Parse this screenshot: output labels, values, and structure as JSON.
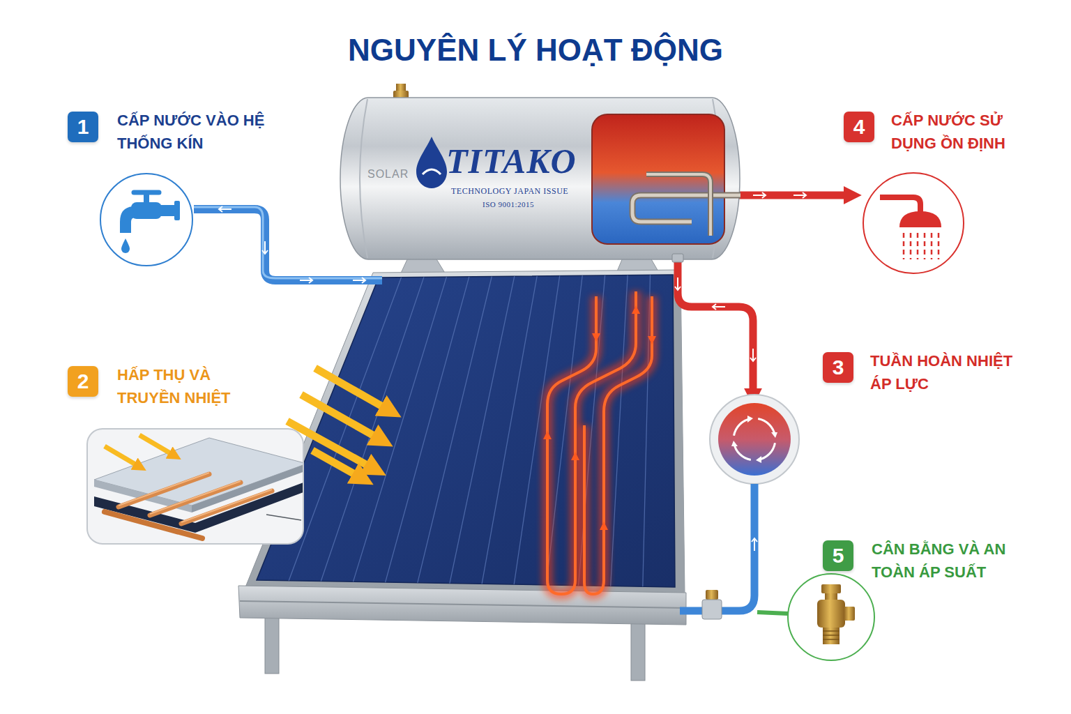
{
  "diagram": {
    "title": "NGUYÊN LÝ HOẠT ĐỘNG",
    "nodes": [
      {
        "text": [
          "1",
          "CẤP NƯỚC VÀO HỆ THỐNG KÍN"
        ]
      },
      {
        "text": [
          "SOLAR",
          "TITAKO",
          "TECHNOLOGY JAPAN ISSUE",
          "ISO 9001:2015"
        ]
      },
      {
        "text": [
          "4",
          "CẤP NƯỚC SỬ DỤNG ỒN ĐỊNH"
        ]
      },
      {
        "text": [
          "3",
          "TUẦN HOÀN NHIỆT ÁP LỰC"
        ]
      },
      {
        "text": [
          "2",
          "HẤP THỤ VÀ TRUYỀN NHIỆT"
        ]
      },
      {
        "text": [
          "5",
          "CÂN BẰNG VÀ AN TOÀN ÁP SUẤT"
        ]
      }
    ]
  }
}
